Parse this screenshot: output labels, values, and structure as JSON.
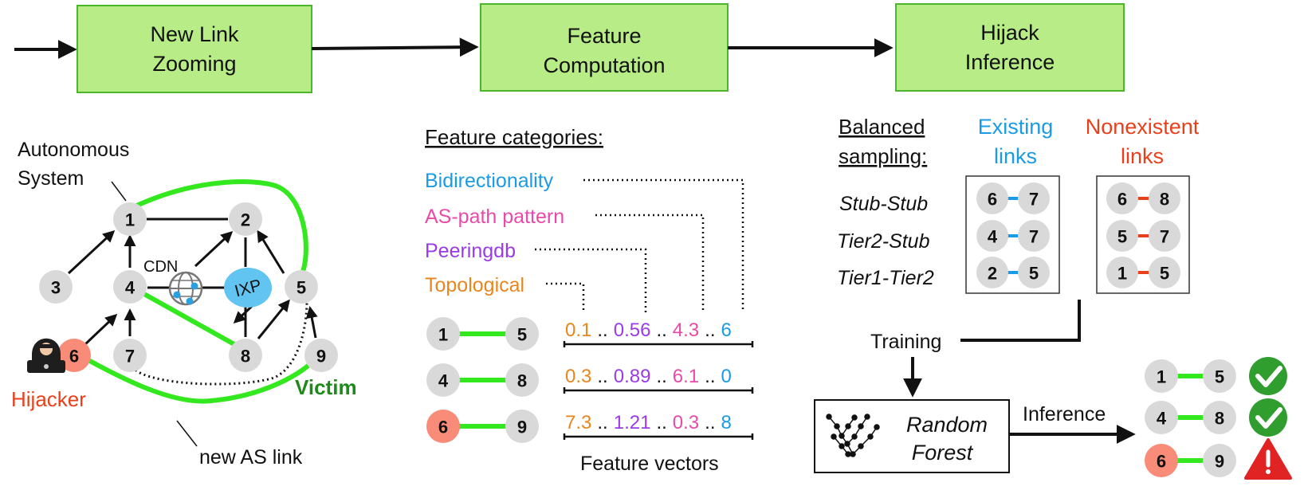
{
  "pipeline": {
    "stage1": [
      "New Link",
      "Zooming"
    ],
    "stage2": [
      "Feature",
      "Computation"
    ],
    "stage3": [
      "Hijack",
      "Inference"
    ]
  },
  "graph": {
    "as_label": [
      "Autonomous",
      "System"
    ],
    "nodes": [
      "1",
      "2",
      "3",
      "4",
      "5",
      "6",
      "7",
      "8",
      "9"
    ],
    "cdn": "CDN",
    "ixp": "IXP",
    "hijacker": "Hijacker",
    "victim": "Victim",
    "new_link": "new AS link"
  },
  "features": {
    "title": "Feature categories:",
    "categories": [
      {
        "name": "Bidirectionality",
        "color": "#1a9be6"
      },
      {
        "name": "AS-path pattern",
        "color": "#e84aa8"
      },
      {
        "name": "Peeringdb",
        "color": "#9b3be8"
      },
      {
        "name": "Topological",
        "color": "#e8861e"
      }
    ],
    "rows": [
      {
        "a": "1",
        "b": "5",
        "hijacker": false,
        "v1": "0.1",
        "v2": "0.56",
        "v3": "4.3",
        "v4": "6"
      },
      {
        "a": "4",
        "b": "8",
        "hijacker": false,
        "v1": "0.3",
        "v2": "0.89",
        "v3": "6.1",
        "v4": "0"
      },
      {
        "a": "6",
        "b": "9",
        "hijacker": true,
        "v1": "7.3",
        "v2": "1.21",
        "v3": "0.3",
        "v4": "8"
      }
    ],
    "sep": "..",
    "vectors_label": "Feature vectors"
  },
  "inference": {
    "balanced": [
      "Balanced",
      "sampling:"
    ],
    "existing": [
      "Existing",
      "links"
    ],
    "nonexistent": [
      "Nonexistent",
      "links"
    ],
    "types": [
      "Stub-Stub",
      "Tier2-Stub",
      "Tier1-Tier2"
    ],
    "existing_pairs": [
      [
        "6",
        "7"
      ],
      [
        "4",
        "7"
      ],
      [
        "2",
        "5"
      ]
    ],
    "nonexistent_pairs": [
      [
        "6",
        "8"
      ],
      [
        "5",
        "7"
      ],
      [
        "1",
        "5"
      ]
    ],
    "training": "Training",
    "model": [
      "Random",
      "Forest"
    ],
    "inference_label": "Inference",
    "results": [
      {
        "a": "1",
        "b": "5",
        "status": "check-icon"
      },
      {
        "a": "4",
        "b": "8",
        "status": "check-icon"
      },
      {
        "a": "6",
        "b": "9",
        "status": "warning-icon"
      }
    ]
  },
  "colors": {
    "box_fill": "#b8ec86",
    "box_stroke": "#49b62c",
    "green_link": "#33e81e",
    "node_gray": "#d9d9d9",
    "hijacker_node": "#f98c78",
    "hijacker_text": "#e8401c",
    "victim_text": "#1f8a1a",
    "existing_blue": "#1a9be6",
    "nonexistent_red": "#e8401c",
    "check_green": "#2f9e2f",
    "warning_red": "#e02424"
  }
}
